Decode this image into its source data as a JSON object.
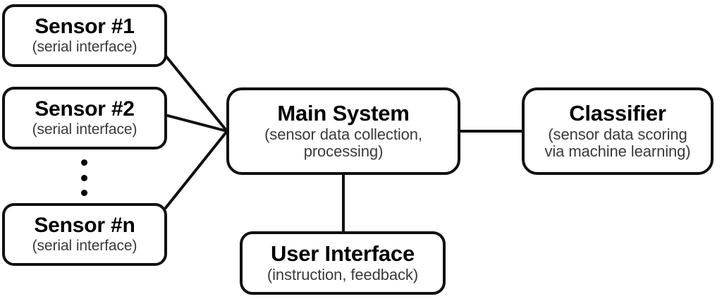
{
  "diagram": {
    "title": "System architecture block diagram",
    "background_color": "#ffffff",
    "node_border_color": "#111111",
    "node_fill_color": "#ffffff",
    "title_text_color": "#000000",
    "subtitle_text_color": "#3a3a3a",
    "edge_color": "#111111",
    "nodes": [
      {
        "id": "sensor-1",
        "title": "Sensor #1",
        "subtitle": "(serial interface)"
      },
      {
        "id": "sensor-2",
        "title": "Sensor #2",
        "subtitle": "(serial interface)"
      },
      {
        "id": "sensor-n",
        "title": "Sensor #n",
        "subtitle": "(serial interface)"
      },
      {
        "id": "main-system",
        "title": "Main System",
        "subtitle_line_1": "(sensor data collection,",
        "subtitle_line_2": "processing)"
      },
      {
        "id": "classifier",
        "title": "Classifier",
        "subtitle_line_1": "(sensor data scoring",
        "subtitle_line_2": "via machine learning)"
      },
      {
        "id": "user-interface",
        "title": "User Interface",
        "subtitle": "(instruction, feedback)"
      }
    ],
    "ellipsis": {
      "name": "vertical-ellipsis",
      "meaning": "additional sensors between Sensor #2 and Sensor #n",
      "dot_count": 3
    },
    "edges": [
      {
        "id": "sensor-1-to-main-system",
        "from": "sensor-1",
        "to": "main-system",
        "style": "solid-line"
      },
      {
        "id": "sensor-2-to-main-system",
        "from": "sensor-2",
        "to": "main-system",
        "style": "solid-line"
      },
      {
        "id": "sensor-n-to-main-system",
        "from": "sensor-n",
        "to": "main-system",
        "style": "solid-line"
      },
      {
        "id": "main-system-to-classifier",
        "from": "main-system",
        "to": "classifier",
        "style": "solid-line"
      },
      {
        "id": "main-system-to-user-interface",
        "from": "main-system",
        "to": "user-interface",
        "style": "solid-line"
      }
    ]
  }
}
